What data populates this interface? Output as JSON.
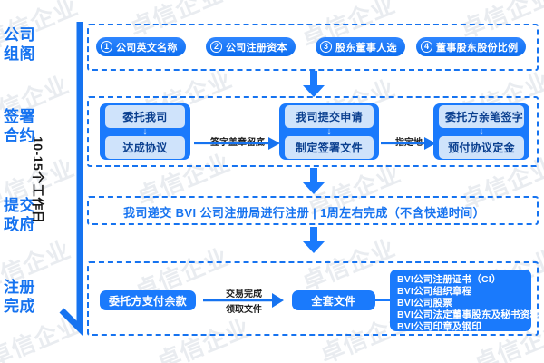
{
  "meta": {
    "watermark_text": "卓信企业",
    "accent_blue": "#1673f0",
    "block_blue": "#1a7afc",
    "sub_blue": "#cfe3fb",
    "sub_text": "#0a3f8f"
  },
  "rail": {
    "duration_label": "10-15个工作日",
    "stages": [
      {
        "line1": "公司",
        "line2": "组阁"
      },
      {
        "line1": "签署",
        "line2": "合约"
      },
      {
        "line1": "提交",
        "line2": "政府"
      },
      {
        "line1": "注册",
        "line2": "完成"
      }
    ]
  },
  "row1": {
    "items": [
      {
        "num": "1",
        "label": "公司英文名称"
      },
      {
        "num": "2",
        "label": "公司注册资本"
      },
      {
        "num": "3",
        "label": "股东董事人选"
      },
      {
        "num": "4",
        "label": "董事股东股份比例"
      }
    ]
  },
  "row2": {
    "blocks": [
      {
        "top": "委托我司",
        "bottom": "达成协议"
      },
      {
        "top": "我司提交申请",
        "bottom": "制定签署文件"
      },
      {
        "top": "委托方亲笔签字",
        "bottom": "预付协议定金"
      }
    ],
    "arrow_labels": [
      "签字盖章留底",
      "指定地"
    ]
  },
  "row3": {
    "banner": "我司递交 BVI 公司注册局进行注册   |   1周左右完成（不含快递时间）"
  },
  "row4": {
    "payment": "委托方支付余款",
    "arrow_label_top": "交易完成",
    "arrow_label_bottom": "领取文件",
    "package": "全套文件",
    "documents": [
      "BVI公司注册证书（CI）",
      "BVI公司组织章程",
      "BVI公司股票",
      "BVI公司法定董事股东及秘书资料",
      "BVI公司印章及钢印"
    ]
  }
}
